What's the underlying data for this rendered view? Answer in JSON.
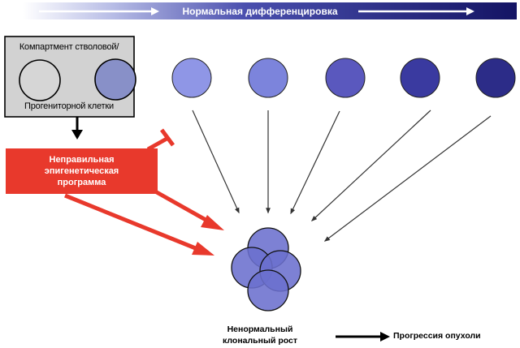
{
  "banner": {
    "label": "Нормальная дифференцировка"
  },
  "stem_compartment": {
    "title": "Компартмент стволовой/",
    "subtitle": "Прогениторной клетки"
  },
  "epigenetic_box": {
    "line1": "Неправильная",
    "line2": "эпигенетическая",
    "line3": "программа"
  },
  "abnormal_growth": {
    "line1": "Ненормальный",
    "line2": "клональный рост"
  },
  "progression": {
    "label": "Прогрессия опухоли"
  },
  "colors": {
    "banner_dark": "#1a1a6e",
    "red": "#e8392c",
    "cluster_fill": "#6b6fce",
    "differentiated_cells": [
      "#8f96e6",
      "#7c84dc",
      "#5a58be",
      "#3a3aa0",
      "#2c2c88"
    ]
  }
}
